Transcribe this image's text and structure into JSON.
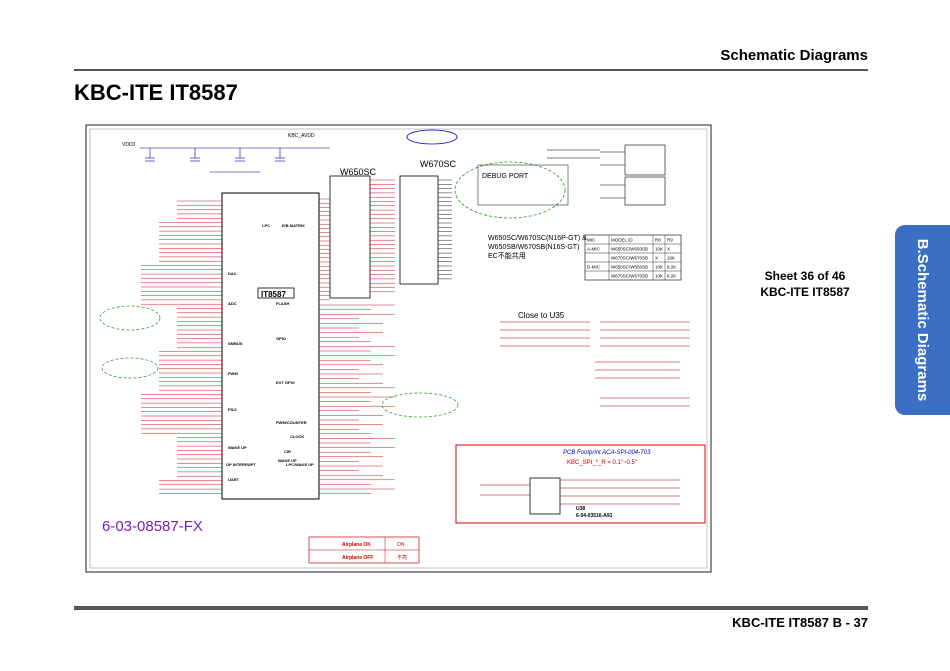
{
  "header": {
    "section": "Schematic  Diagrams"
  },
  "page": {
    "title": "KBC-ITE IT8587"
  },
  "side_tab": {
    "label": "B.Schematic Diagrams",
    "color": "#3b6fc4"
  },
  "sheet_info": {
    "sheet": "Sheet 36 of 46",
    "name": "KBC-ITE IT8587"
  },
  "footer": {
    "text": "KBC-ITE IT8587  B  -  37"
  },
  "schematic": {
    "chip": "IT8587",
    "block_labels": [
      "LPC",
      "E/B MATRIX",
      "FLASH",
      "GPIO",
      "DAC",
      "ADC",
      "SMBUS",
      "PWM",
      "PS/2",
      "WAKE UP",
      "CIR",
      "EXT GPIO",
      "PWM/COUNTER",
      "CLOCK",
      "WAKE UP",
      "OP INTERRUPT",
      "LPC/WAKE UP",
      "UART"
    ],
    "model_w650sc": "W650SC",
    "model_w670sc": "W670SC",
    "debug_port": "DEBUG PORT",
    "close_to": "Close to U35",
    "note_lines": [
      "W650SC/W670SC(N16P-GT) &",
      "W650SB/W670SB(N16S-GT)",
      "EC不能共用"
    ],
    "mic_table": {
      "headers": [
        "MIC",
        "MODEL ID",
        "R8",
        "R9"
      ],
      "rows": [
        [
          "A-MIC",
          "W650SC/W650SB",
          "10K",
          "X"
        ],
        [
          "",
          "W670SC/W670SB",
          "X",
          "10K"
        ],
        [
          "D-MIC",
          "W650SC/W650SB",
          "10K",
          "8.2K"
        ],
        [
          "",
          "W670SC/W670SB",
          "10K",
          "8.2K"
        ]
      ]
    },
    "pcb_footprint": "PCB Footprint ACA-SPI-004-T03",
    "kbc_spi": "KBC_SPI_*_R = 0.1\"~0.5\"",
    "u_label": "U38",
    "u_part": "6-04-03516-A91",
    "part_number": "6-03-08587-FX",
    "airplane": {
      "title": "Airplane OK",
      "on": "ON",
      "off_title": "Airplane OFF",
      "off": "不亮"
    },
    "net_vdd3": "VDD3",
    "net_kbc_avdd": "KBC_AVDD"
  }
}
